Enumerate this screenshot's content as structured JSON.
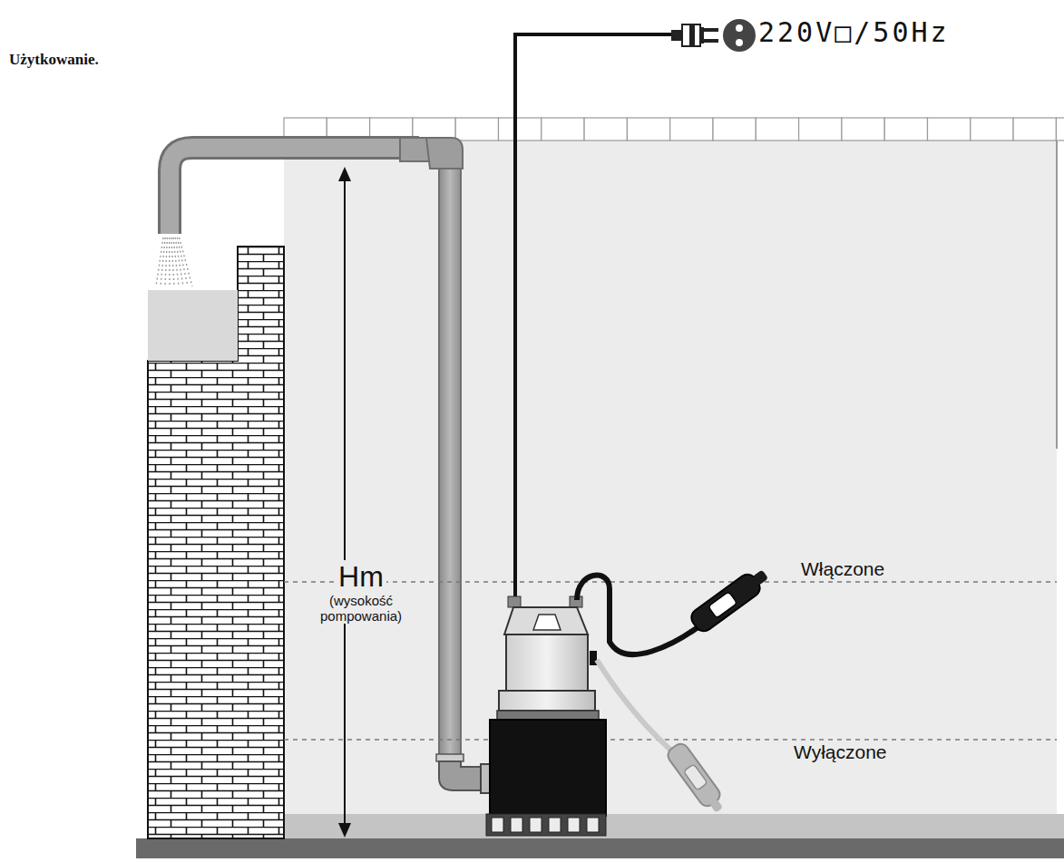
{
  "diagram": {
    "title": "Użytkowanie.",
    "labels": [
      "220V□/50Hz",
      "Hm",
      "(wysokość pompowania)",
      "Włączone",
      "Wyłączone"
    ]
  }
}
